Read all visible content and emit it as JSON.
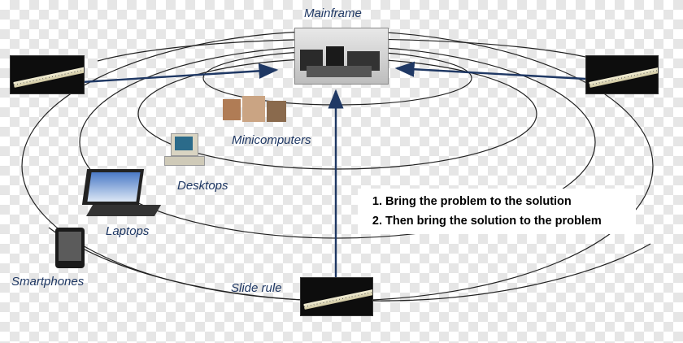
{
  "labels": {
    "mainframe": "Mainframe",
    "minicomputers": "Minicomputers",
    "desktops": "Desktops",
    "laptops": "Laptops",
    "smartphones": "Smartphones",
    "slide_rule": "Slide rule"
  },
  "steps": [
    "Bring the problem to the solution",
    "Then bring the solution to the problem"
  ],
  "colors": {
    "arrow": "#1f3864",
    "label": "#1f3864",
    "orbit": "#222222"
  },
  "icons": {
    "mainframe": "mainframe-photo",
    "minicomputer": "minicomputer-photo",
    "desktop": "desktop-computer-photo",
    "laptop": "laptop-photo",
    "smartphone": "smartphone-photo",
    "slide_rule": "slide-rule-photo"
  }
}
